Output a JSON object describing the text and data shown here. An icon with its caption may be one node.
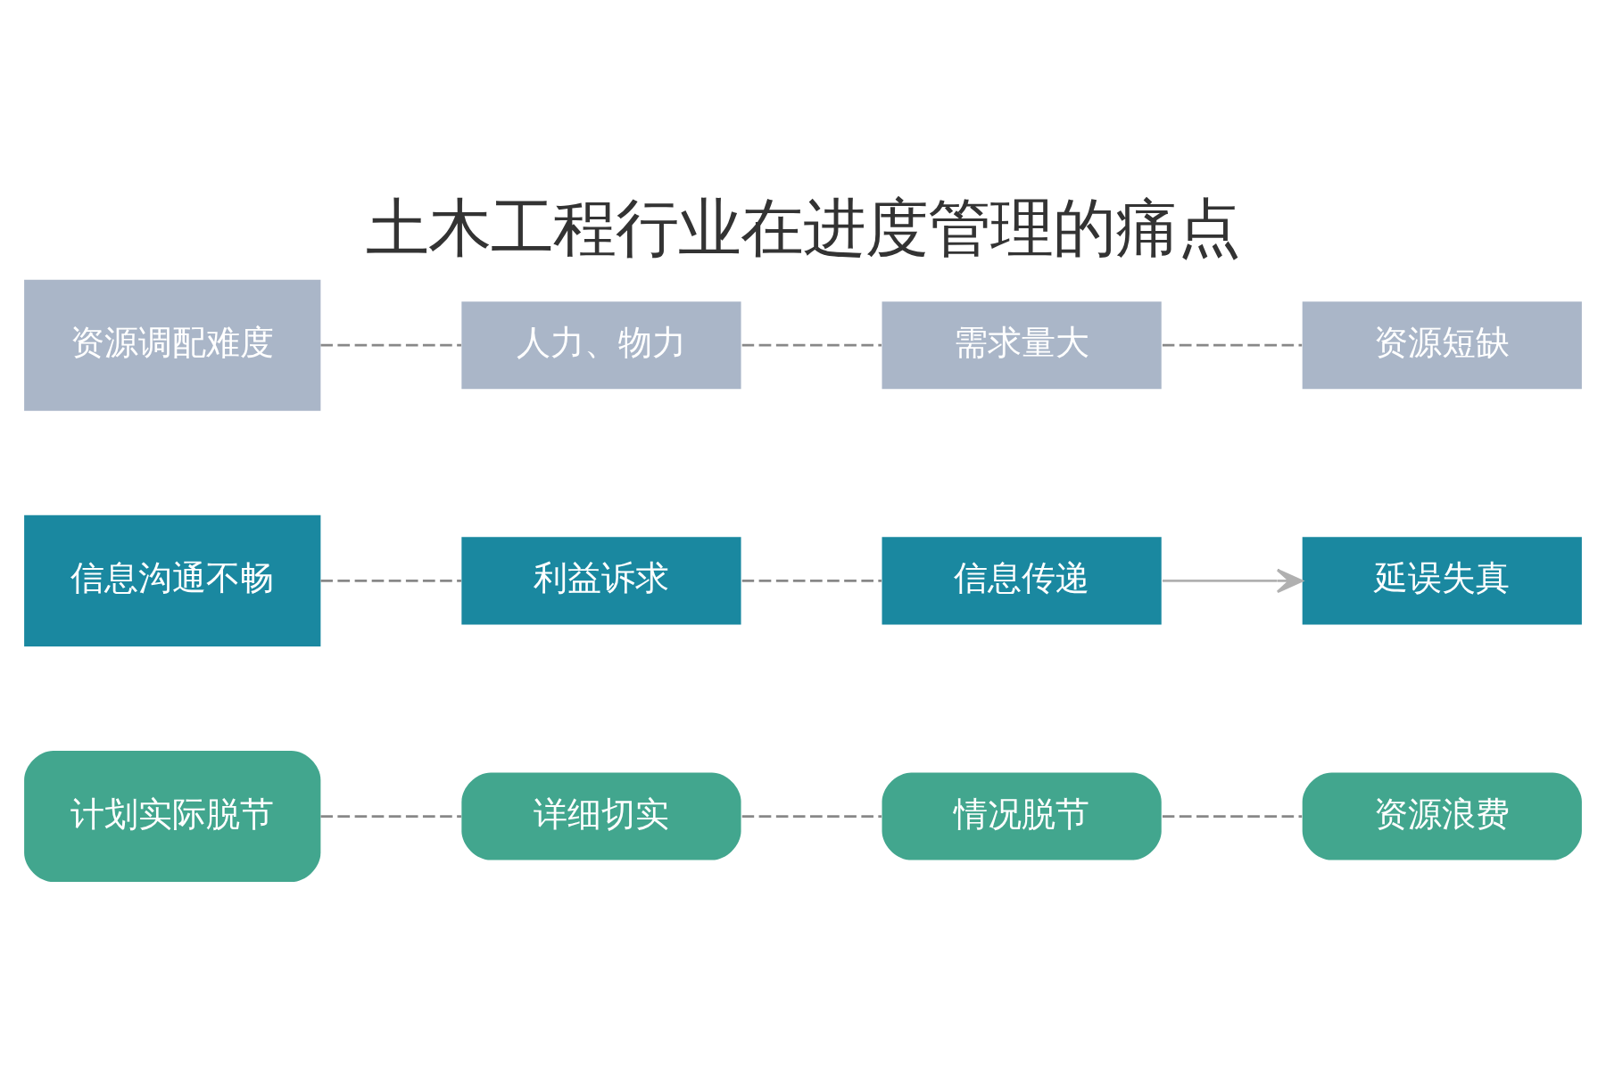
{
  "diagram": {
    "title": "土木工程行业在进度管理的痛点",
    "nodes": [
      {
        "text": [
          "计划实际脱节"
        ]
      },
      {
        "text": [
          "详细切实"
        ]
      },
      {
        "text": [
          "情况脱节"
        ]
      },
      {
        "text": [
          "资源浪费"
        ]
      },
      {
        "text": [
          "信息沟通不畅"
        ]
      },
      {
        "text": [
          "利益诉求"
        ]
      },
      {
        "text": [
          "信息传递"
        ]
      },
      {
        "text": [
          "延误失真"
        ]
      },
      {
        "text": [
          "资源调配难度"
        ]
      },
      {
        "text": [
          "人力、物力"
        ]
      },
      {
        "text": [
          "需求量大"
        ]
      },
      {
        "text": [
          "资源短缺"
        ]
      }
    ],
    "edges": [
      {
        "from": 0,
        "to": 1,
        "arrow": "none",
        "style": "dashed"
      },
      {
        "from": 1,
        "to": 2,
        "arrow": "none",
        "style": "dashed"
      },
      {
        "from": 2,
        "to": 3,
        "arrow": "none",
        "style": "dashed"
      },
      {
        "from": 4,
        "to": 5,
        "arrow": "none",
        "style": "dashed"
      },
      {
        "from": 5,
        "to": 6,
        "arrow": "none",
        "style": "dashed"
      },
      {
        "from": 6,
        "to": 7,
        "arrow": "to",
        "color": "#b0b0b0"
      },
      {
        "from": 8,
        "to": 9,
        "arrow": "none",
        "style": "dashed"
      },
      {
        "from": 9,
        "to": 10,
        "arrow": "none",
        "style": "dashed"
      },
      {
        "from": 10,
        "to": 11,
        "arrow": "none",
        "style": "dashed"
      }
    ]
  }
}
